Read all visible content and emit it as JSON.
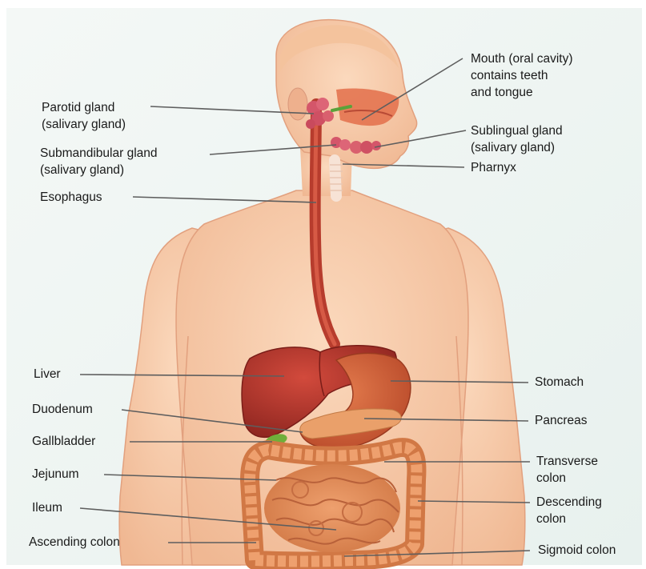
{
  "diagram": {
    "labels_left": {
      "parotid": {
        "line1": "Parotid gland",
        "line2": "(salivary gland)"
      },
      "submandibular": {
        "line1": "Submandibular gland",
        "line2": "(salivary gland)"
      },
      "esophagus": "Esophagus",
      "liver": "Liver",
      "duodenum": "Duodenum",
      "gallbladder": "Gallbladder",
      "jejunum": "Jejunum",
      "ileum": "Ileum",
      "ascending_colon": "Ascending colon"
    },
    "labels_right": {
      "mouth": {
        "line1": "Mouth (oral cavity)",
        "line2": "contains teeth",
        "line3": "and tongue"
      },
      "sublingual": {
        "line1": "Sublingual gland",
        "line2": "(salivary gland)"
      },
      "pharynx": "Pharnyx",
      "stomach": "Stomach",
      "pancreas": "Pancreas",
      "transverse_colon": {
        "line1": "Transverse",
        "line2": "colon"
      },
      "descending_colon": {
        "line1": "Descending",
        "line2": "colon"
      },
      "sigmoid_colon": "Sigmoid colon"
    },
    "colors": {
      "background": "#eef5f2",
      "skin": "#f6c9a5",
      "skin_shadow": "#e7a989",
      "organ_red": "#b8352c",
      "organ_dark": "#8e2420",
      "intestine": "#e0895a",
      "intestine_dark": "#c8663d",
      "gland_pink": "#d9606e",
      "gallbladder": "#6fae3a",
      "leader_line": "#6a6a6a"
    }
  }
}
